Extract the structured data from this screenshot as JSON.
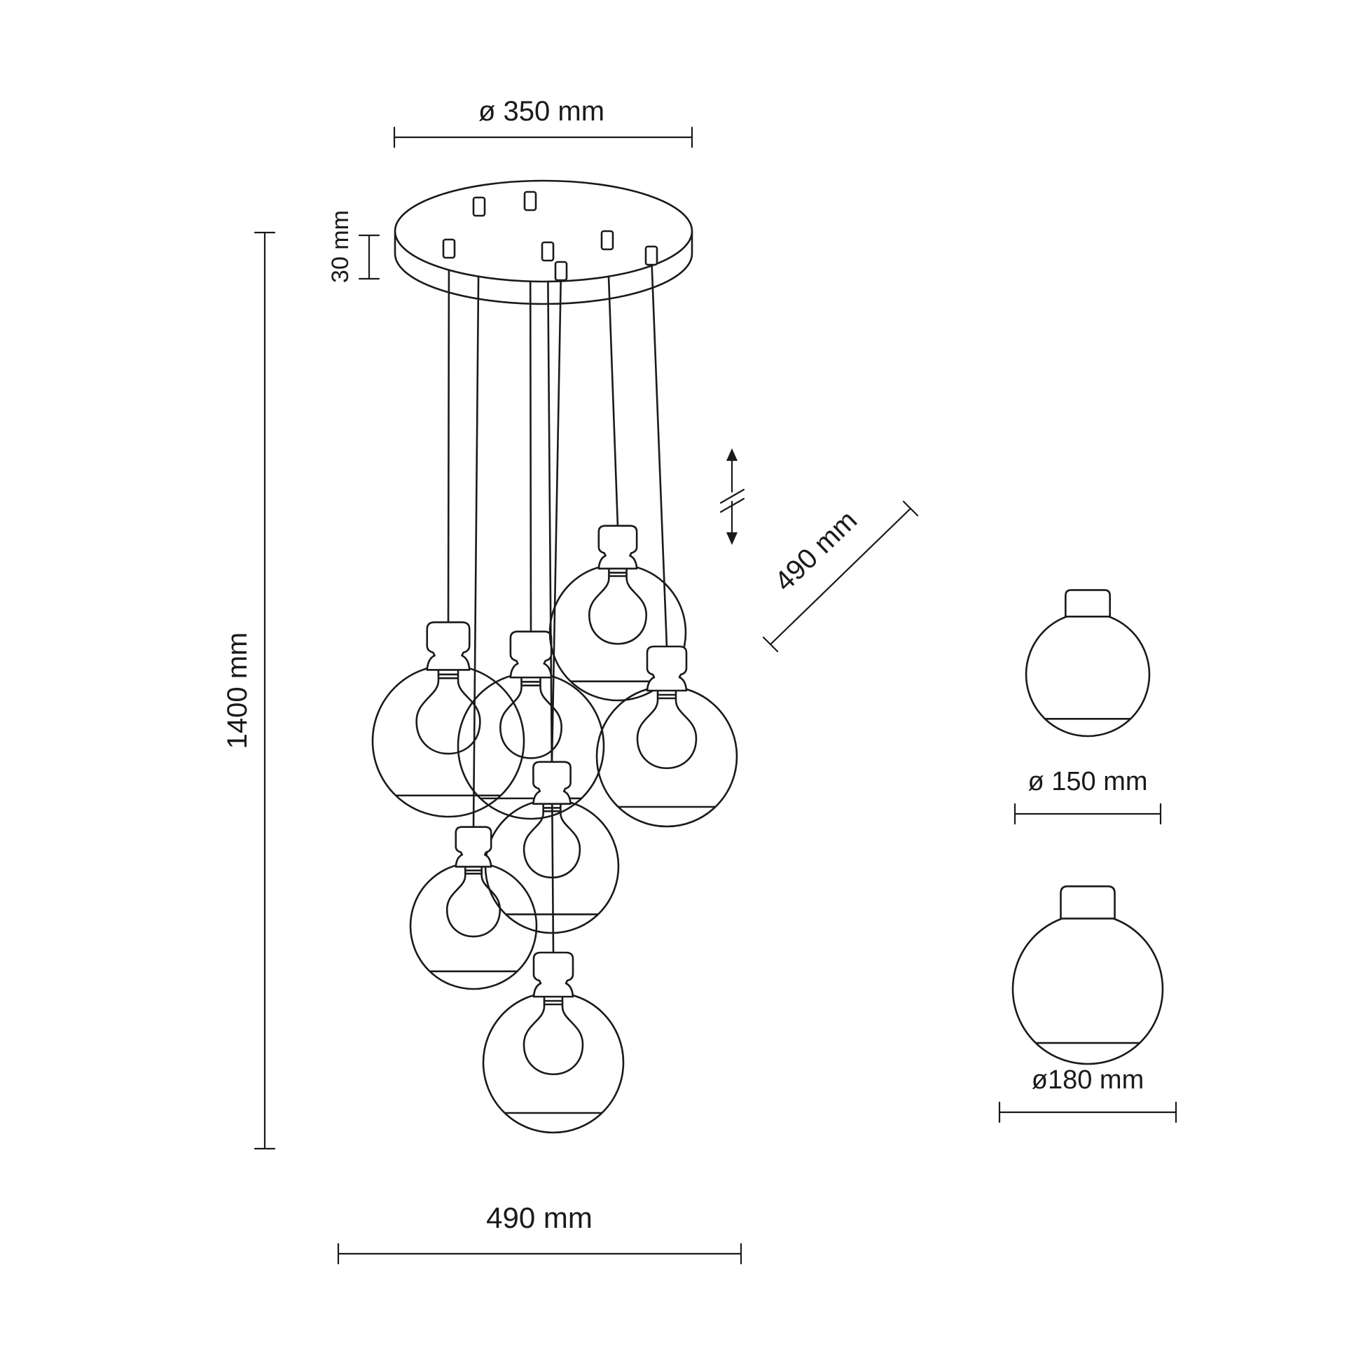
{
  "dimensions": {
    "canopy_diameter": "ø 350 mm",
    "canopy_height": "30 mm",
    "total_height": "1400 mm",
    "cable_length": "490 mm",
    "fixture_spread": "490 mm",
    "small_shade_diameter": "ø 150 mm",
    "large_shade_diameter": "ø180 mm"
  },
  "counts": {
    "pendant_globes": 7
  },
  "colors": {
    "line": "#1a1a1a",
    "background": "#ffffff"
  }
}
